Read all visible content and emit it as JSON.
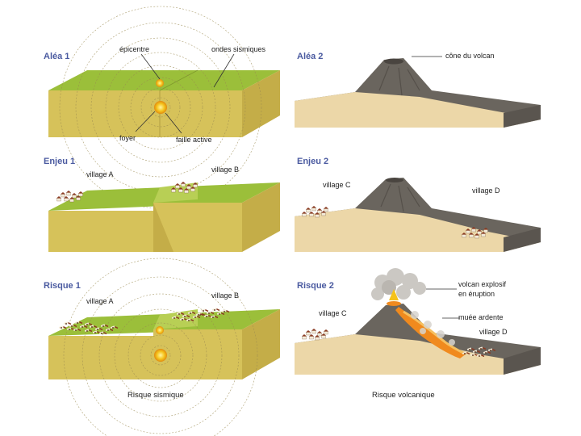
{
  "panels": {
    "alea1": {
      "title": "Aléa 1",
      "epicentre": "épicentre",
      "ondes": "ondes sismiques",
      "foyer": "foyer",
      "faille": "faille active"
    },
    "alea2": {
      "title": "Aléa 2",
      "cone": "cône du volcan"
    },
    "enjeu1": {
      "title": "Enjeu 1",
      "village_a": "village A",
      "village_b": "village B"
    },
    "enjeu2": {
      "title": "Enjeu 2",
      "village_c": "village C",
      "village_d": "village D"
    },
    "risque1": {
      "title": "Risque 1",
      "village_a": "village A",
      "village_b": "village B"
    },
    "risque2": {
      "title": "Risque 2",
      "volcan_line1": "volcan explosif",
      "volcan_line2": "en éruption",
      "muee": "muée ardente",
      "village_c": "village C",
      "village_d": "village D"
    }
  },
  "captions": {
    "left": "Risque sismique",
    "right": "Risque volcanique"
  },
  "colors": {
    "title": "#4a5aa0",
    "grass": "#9bbf3a",
    "soil": "#d6c25a",
    "soil_side": "#c4ad48",
    "volcano": "#6a655e",
    "sand": "#ecd7a8",
    "lava": "#f08a1e"
  }
}
